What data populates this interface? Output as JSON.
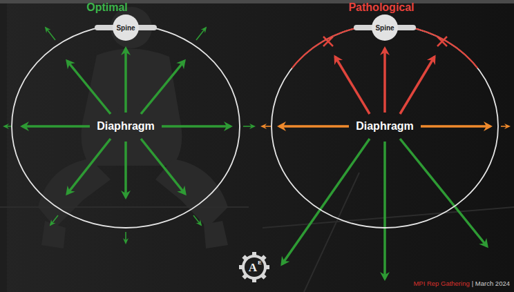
{
  "diagram": {
    "nodes": [
      {
        "text": [
          "Optimal",
          "Diaphragm"
        ]
      },
      {
        "text": [
          "Spine"
        ]
      },
      {
        "text": [
          "Pathological",
          "Diaphragm"
        ]
      },
      {
        "text": [
          "Spine"
        ]
      }
    ],
    "labels": [
      "A",
      "E",
      "MPI Rep Gathering",
      "| March 2024"
    ]
  }
}
